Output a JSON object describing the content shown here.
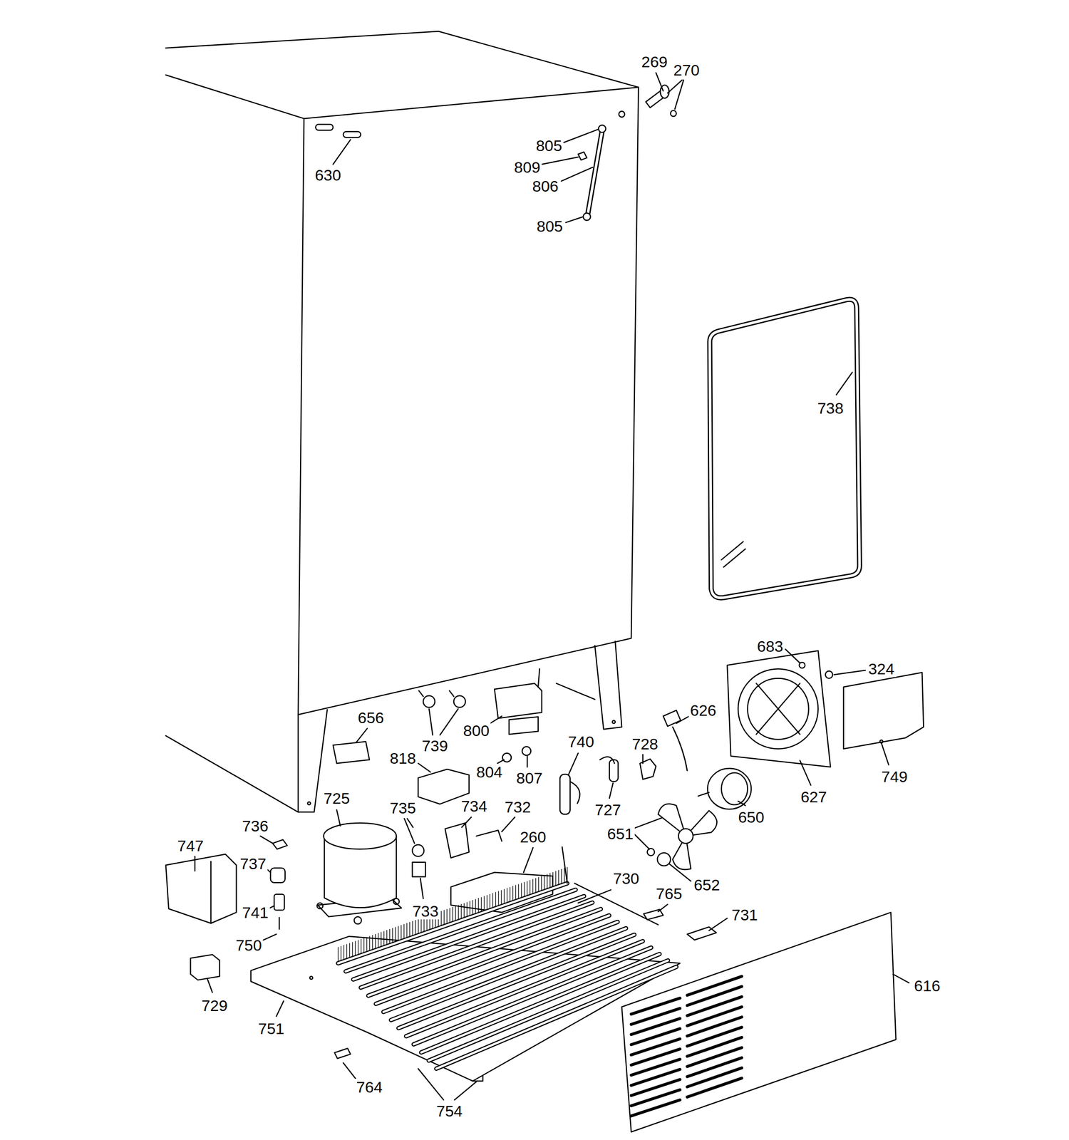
{
  "diagram": {
    "labels": [
      "269",
      "270",
      "805",
      "809",
      "806",
      "805",
      "630",
      "738",
      "683",
      "324",
      "626",
      "739",
      "800",
      "656",
      "818",
      "804",
      "807",
      "740",
      "728",
      "627",
      "749",
      "650",
      "725",
      "735",
      "734",
      "732",
      "727",
      "651",
      "736",
      "260",
      "747",
      "737",
      "652",
      "730",
      "765",
      "731",
      "741",
      "750",
      "733",
      "616",
      "729",
      "751",
      "764",
      "754"
    ]
  }
}
